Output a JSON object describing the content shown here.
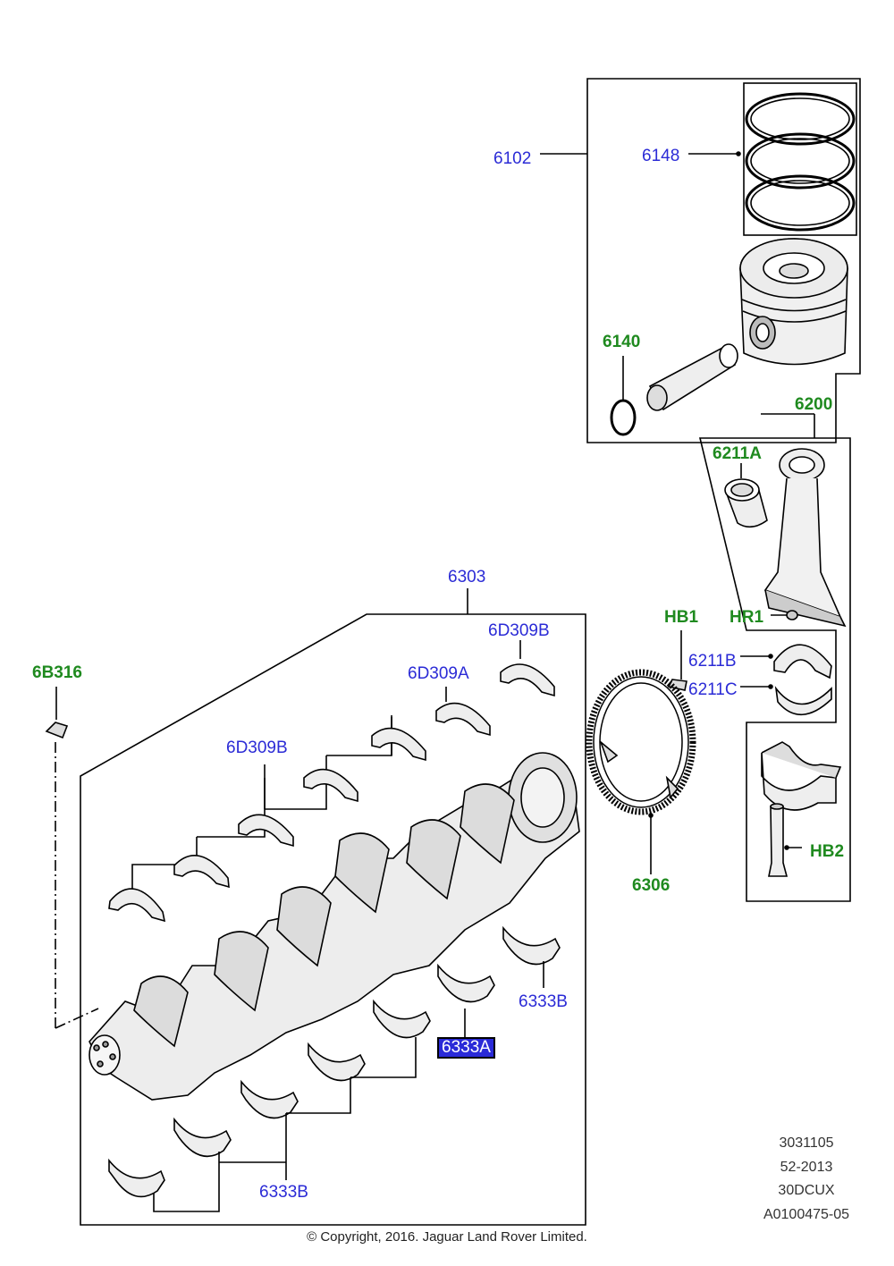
{
  "callouts": {
    "c6102": "6102",
    "c6148": "6148",
    "c6140": "6140",
    "c6200": "6200",
    "c6211A": "6211A",
    "c6303": "6303",
    "cHB1": "HB1",
    "cHR1": "HR1",
    "c6211B": "6211B",
    "c6211C": "6211C",
    "c6D309B_top": "6D309B",
    "c6D309A": "6D309A",
    "c6B316": "6B316",
    "c6D309B_left": "6D309B",
    "c6306": "6306",
    "cHB2": "HB2",
    "c6333B_right": "6333B",
    "c6333A": "6333A",
    "c6333B_bottom": "6333B"
  },
  "reference": {
    "line1": "3031105",
    "line2": "52-2013",
    "line3": "30DCUX",
    "line4": "A0100475-05"
  },
  "copyright": "© Copyright, 2016. Jaguar Land Rover Limited.",
  "colors": {
    "link_blue": "#2b2bd6",
    "link_green": "#1f8a1f",
    "selected_bg": "#2a2ad8",
    "line": "#000000"
  },
  "selected_callout": "6333A"
}
